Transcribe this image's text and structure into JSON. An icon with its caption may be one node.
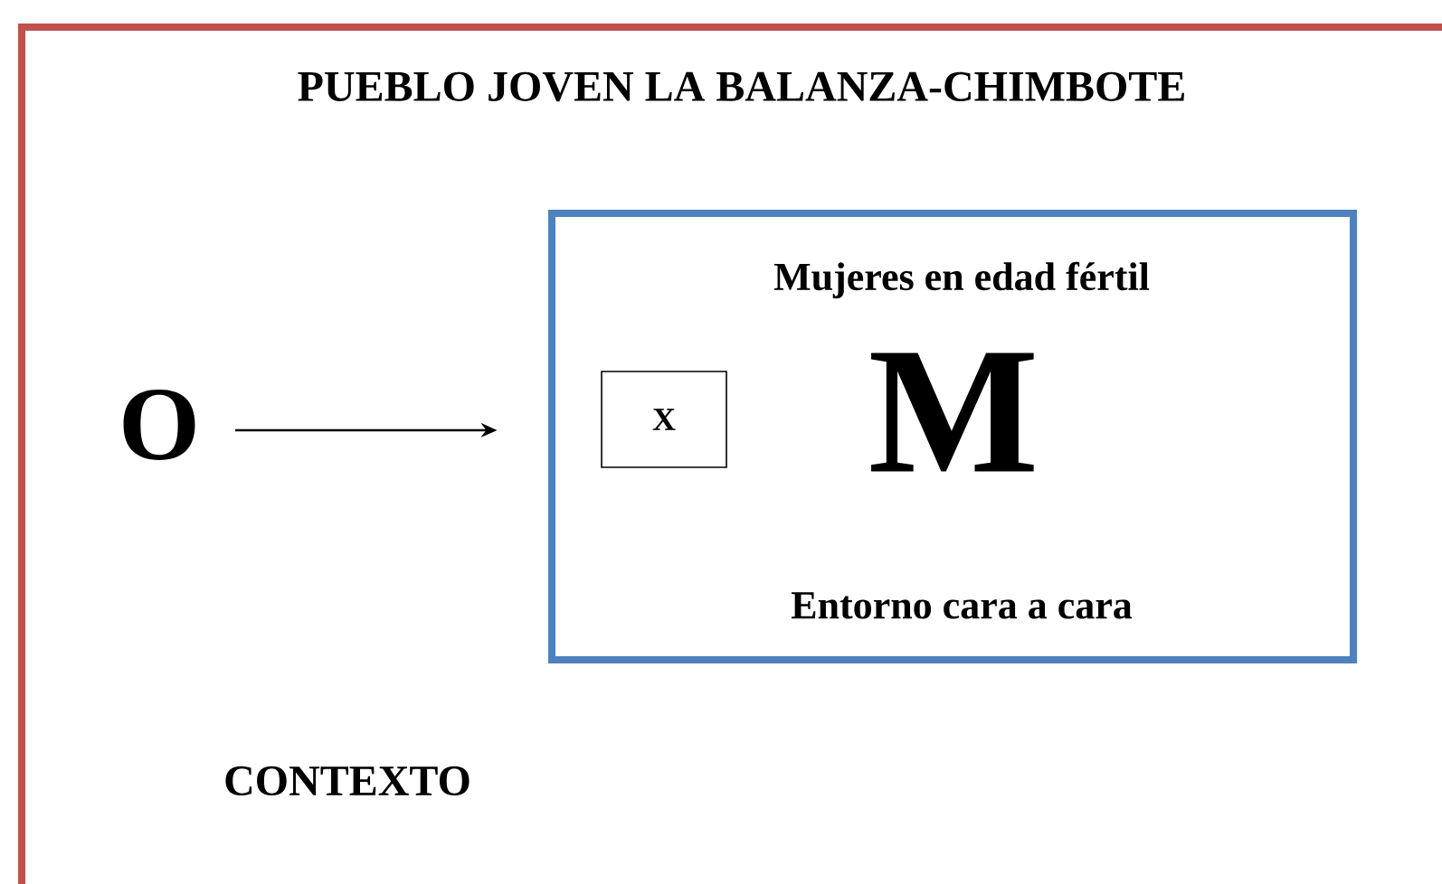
{
  "diagram": {
    "title": "PUEBLO JOVEN LA BALANZA-CHIMBOTE",
    "nodes": [
      {
        "text": [
          "O"
        ]
      },
      {
        "text": [
          "Mujeres en edad fértil",
          "Entorno cara a cara"
        ]
      },
      {
        "text": [
          "X"
        ],
        "in": 1
      }
    ],
    "edges": [
      {
        "from": 0,
        "to": 1,
        "arrow": "to"
      }
    ],
    "labels": [
      "M",
      "CONTEXTO"
    ]
  }
}
